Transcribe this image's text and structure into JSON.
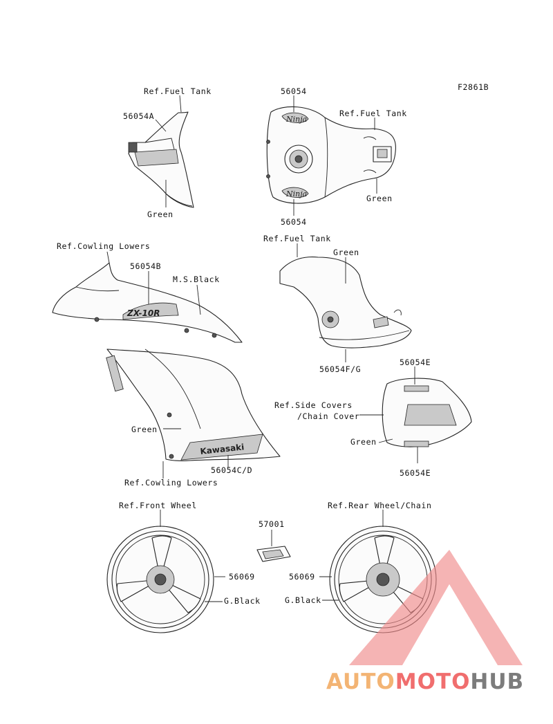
{
  "diagram_code": "F2861B",
  "labels": {
    "ref_fuel_tank_1": "Ref.Fuel Tank",
    "part_56054a": "56054A",
    "green_1": "Green",
    "part_56054_top": "56054",
    "ref_fuel_tank_2": "Ref.Fuel Tank",
    "green_2": "Green",
    "part_56054_bottom": "56054",
    "ref_cowling_lowers_1": "Ref.Cowling Lowers",
    "part_56054b": "56054B",
    "ms_black": "M.S.Black",
    "ref_fuel_tank_3": "Ref.Fuel Tank",
    "green_3": "Green",
    "part_56054fg": "56054F/G",
    "part_56054e_top": "56054E",
    "ref_side_covers": "Ref.Side Covers",
    "chain_cover": "/Chain Cover",
    "green_5": "Green",
    "part_56054e_bottom": "56054E",
    "green_4": "Green",
    "part_56054cd": "56054C/D",
    "ref_cowling_lowers_2": "Ref.Cowling Lowers",
    "ref_front_wheel": "Ref.Front Wheel",
    "ref_rear_wheel": "Ref.Rear Wheel/Chain",
    "part_57001": "57001",
    "part_56069_left": "56069",
    "g_black_left": "G.Black",
    "part_56069_right": "56069",
    "g_black_right": "G.Black"
  },
  "decals": {
    "tank_logo": "Ninja",
    "cowl_logo": "ZX-10R",
    "side_logo": "Kawasaki"
  },
  "watermark": {
    "part1": "AUTO",
    "part2": "MOTO",
    "part3": "HUB"
  },
  "colors": {
    "watermark_orange": "#f2a85c",
    "watermark_red": "#ee5555",
    "watermark_gray": "#666666",
    "watermark_triangle": "#f08a8a",
    "line": "#222222"
  }
}
